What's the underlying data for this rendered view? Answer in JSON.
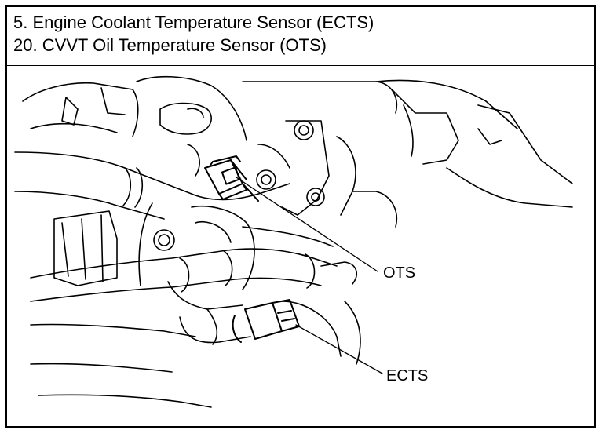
{
  "legend": {
    "line1": "5. Engine Coolant Temperature Sensor (ECTS)",
    "line2": "20. CVVT Oil Temperature Sensor (OTS)"
  },
  "callouts": {
    "ots": "OTS",
    "ects": "ECTS"
  }
}
